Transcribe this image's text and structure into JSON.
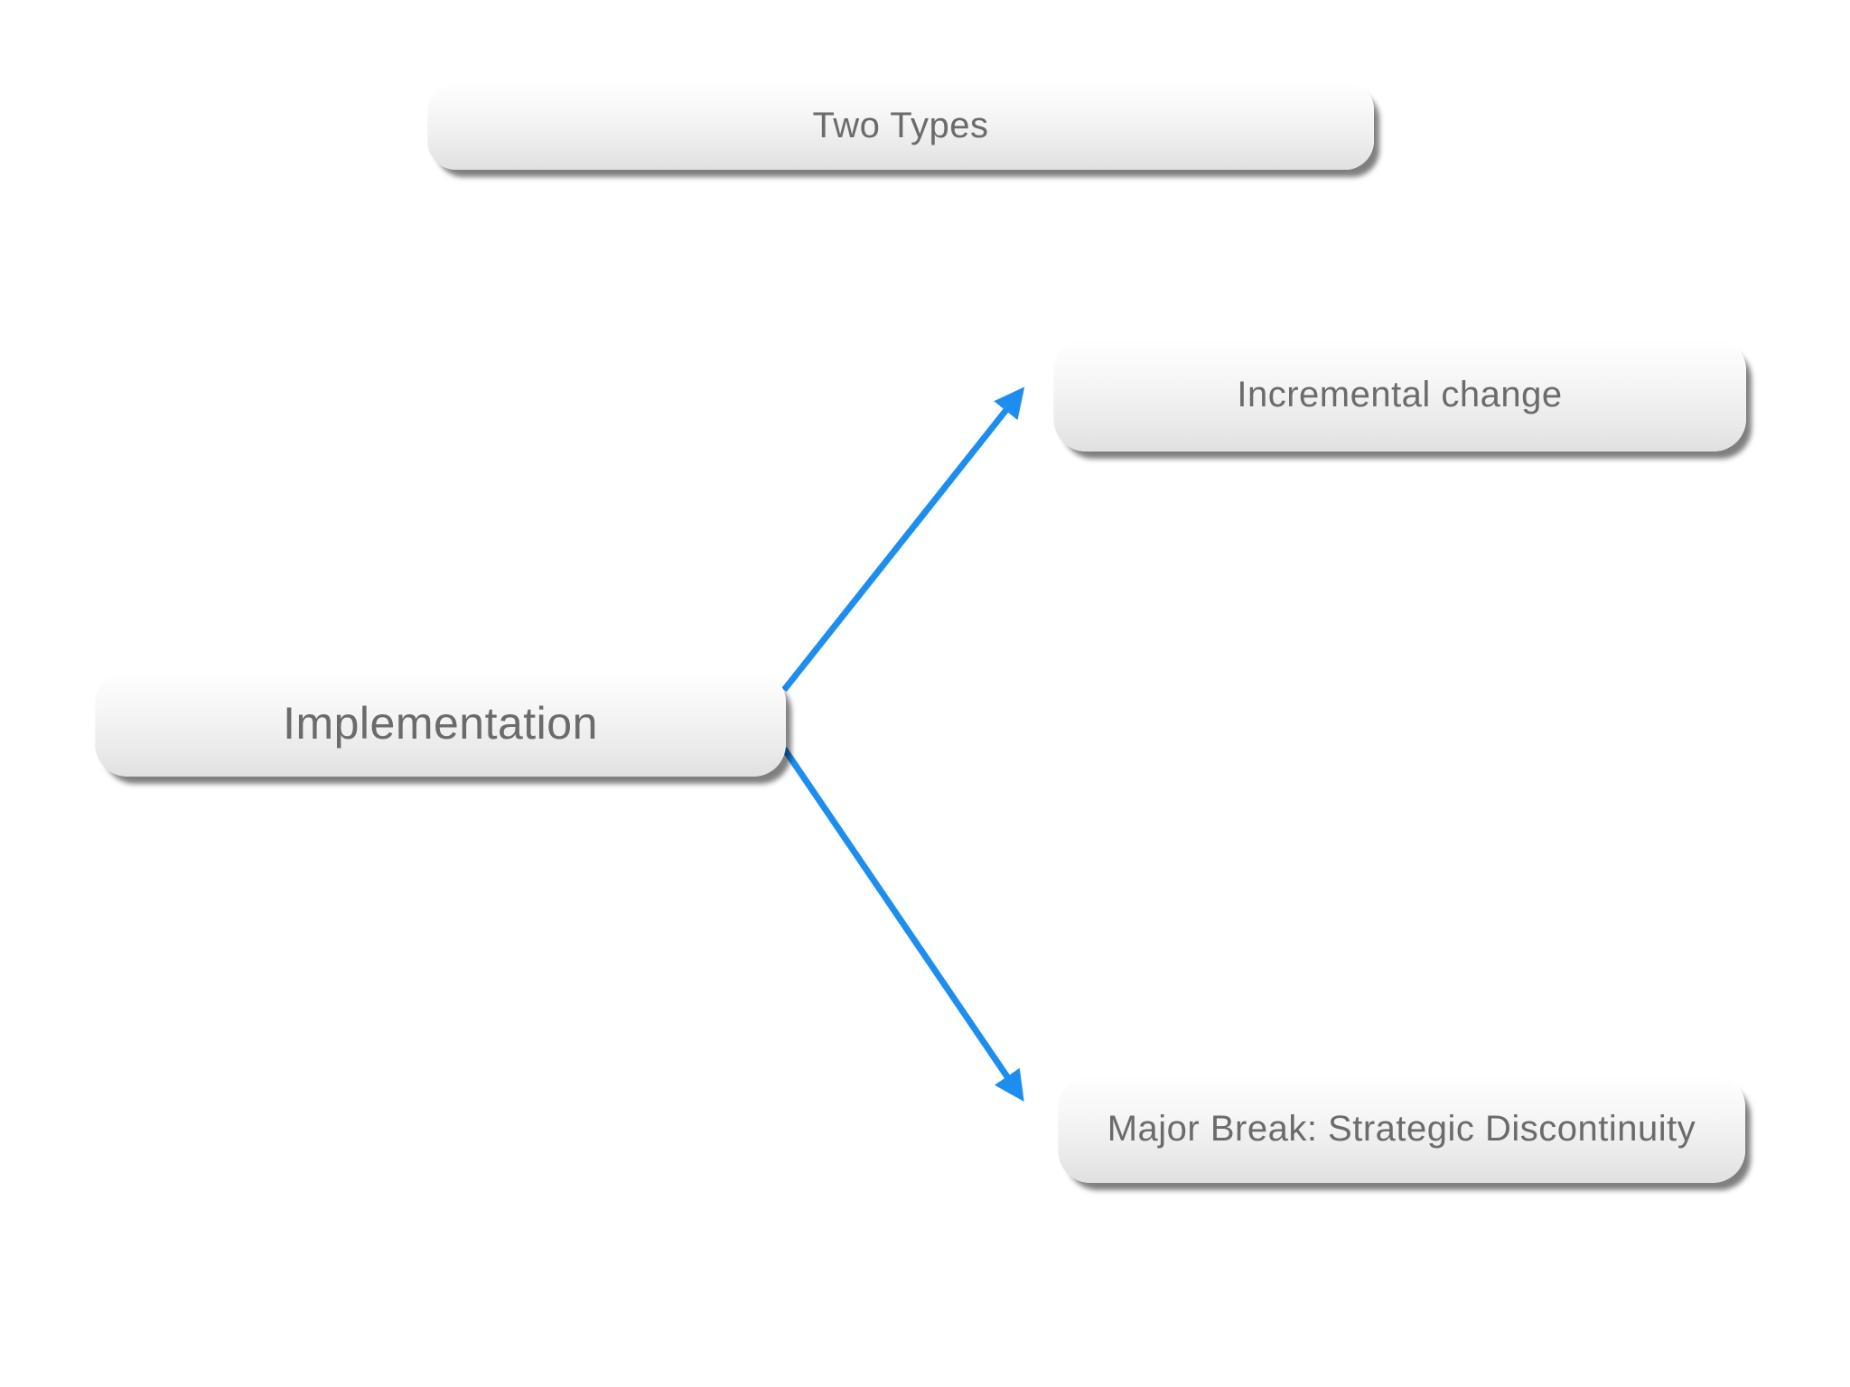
{
  "diagram": {
    "type": "flowchart",
    "title": "Two Types",
    "nodes": [
      {
        "id": "two-types",
        "label": "Two Types",
        "role": "title"
      },
      {
        "id": "implementation",
        "label": "Implementation",
        "role": "root"
      },
      {
        "id": "incremental-change",
        "label": "Incremental change",
        "role": "branch"
      },
      {
        "id": "major-break",
        "label": "Major Break: Strategic Discontinuity",
        "role": "branch"
      }
    ],
    "edges": [
      {
        "from": "implementation",
        "to": "incremental-change",
        "style": "arrow"
      },
      {
        "from": "implementation",
        "to": "major-break",
        "style": "arrow"
      }
    ],
    "colors": {
      "arrow": "#1d8ef0",
      "node_text": "#6b6b6b",
      "node_fill_top": "#ffffff",
      "node_fill_bottom": "#e0e0e0",
      "background": "#ffffff"
    }
  }
}
